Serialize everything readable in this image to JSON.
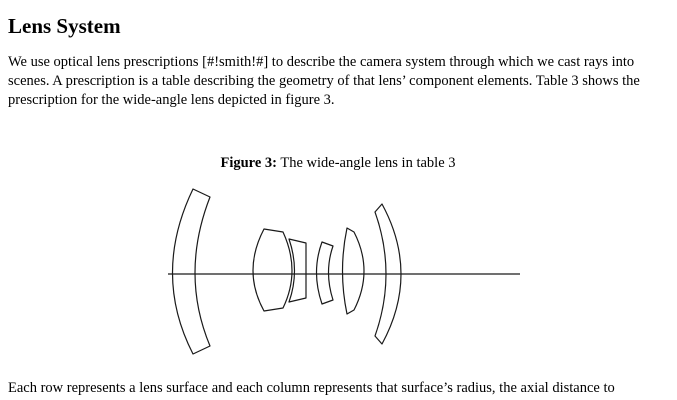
{
  "document": {
    "heading": "Lens System",
    "intro": "We use optical lens prescriptions [#!smith!#] to describe the camera system through which we cast rays into scenes. A prescription is a table describing the geometry of that lens’ component elements. Table 3 shows the prescription for the wide-angle lens depicted in figure 3.",
    "figure": {
      "label": "Figure 3:",
      "caption_rest": " The wide-angle lens in table 3"
    },
    "footer_text": "Each row represents a lens surface and each column represents that surface’s radius, the axial distance to"
  }
}
